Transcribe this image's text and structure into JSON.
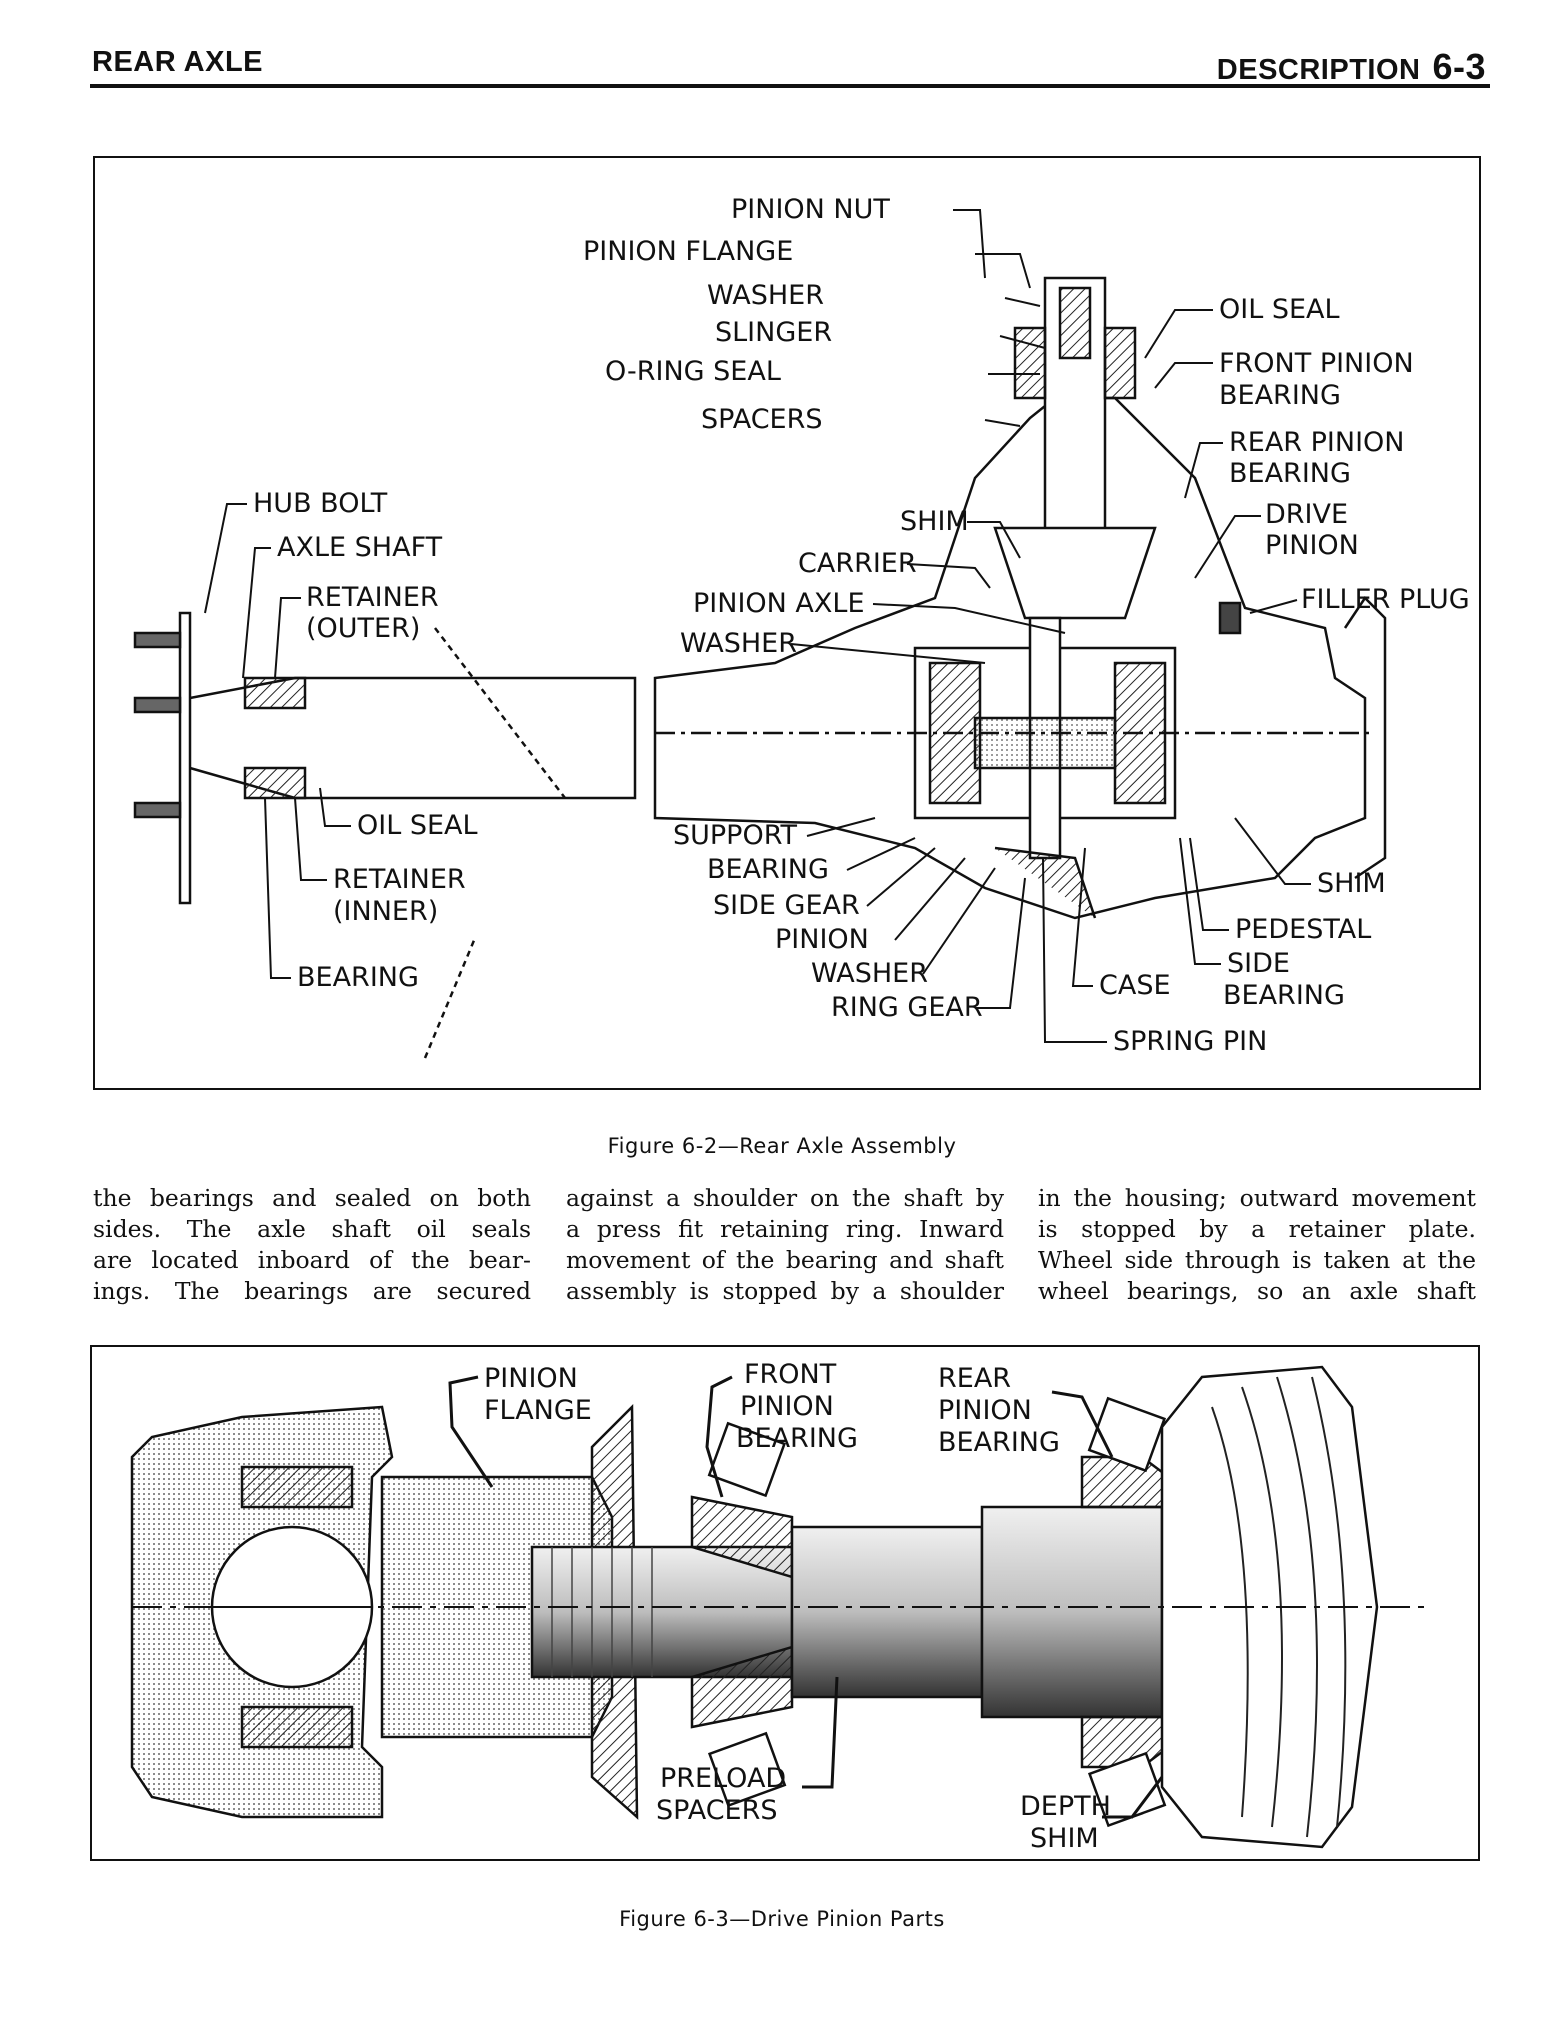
{
  "header": {
    "section": "REAR AXLE",
    "topic": "DESCRIPTION",
    "page": "6-3"
  },
  "figure1": {
    "caption": "Figure 6-2—Rear Axle Assembly",
    "labels": {
      "pinion_nut": "PINION NUT",
      "pinion_flange": "PINION FLANGE",
      "washer_top": "WASHER",
      "slinger": "SLINGER",
      "o_ring_seal": "O-RING SEAL",
      "spacers": "SPACERS",
      "oil_seal_top": "OIL SEAL",
      "front_pinion_bearing_1": "FRONT PINION",
      "front_pinion_bearing_2": "BEARING",
      "rear_pinion_bearing_1": "REAR PINION",
      "rear_pinion_bearing_2": "BEARING",
      "hub_bolt": "HUB BOLT",
      "axle_shaft": "AXLE SHAFT",
      "retainer_outer_1": "RETAINER",
      "retainer_outer_2": "(OUTER)",
      "shim_top": "SHIM",
      "carrier": "CARRIER",
      "drive_pinion_1": "DRIVE",
      "drive_pinion_2": "PINION",
      "pinion_axle": "PINION AXLE",
      "filler_plug": "FILLER PLUG",
      "washer_mid": "WASHER",
      "oil_seal_left": "OIL SEAL",
      "retainer_inner_1": "RETAINER",
      "retainer_inner_2": "(INNER)",
      "bearing_left": "BEARING",
      "support": "SUPPORT",
      "bearing_mid": "BEARING",
      "side_gear": "SIDE GEAR",
      "pinion": "PINION",
      "washer_low": "WASHER",
      "ring_gear": "RING GEAR",
      "shim_right": "SHIM",
      "pedestal": "PEDESTAL",
      "side_bearing_1": "SIDE",
      "side_bearing_2": "BEARING",
      "case": "CASE",
      "spring_pin": "SPRING PIN"
    }
  },
  "body_text": {
    "col1": [
      "the bearings and sealed on both",
      "sides. The axle shaft oil seals",
      "are located inboard of the bear-",
      "ings. The bearings are secured"
    ],
    "col2": [
      "against a shoulder on the shaft by",
      "a press fit retaining ring. Inward",
      "movement of the bearing and shaft",
      "assembly is stopped by a shoulder"
    ],
    "col3": [
      "in the housing; outward movement",
      "is stopped by a retainer plate.",
      "Wheel side through is taken at the",
      "wheel bearings, so an axle shaft"
    ]
  },
  "figure2": {
    "caption": "Figure 6-3—Drive Pinion Parts",
    "labels": {
      "pinion_flange_1": "PINION",
      "pinion_flange_2": "FLANGE",
      "front_pinion_bearing_1": "FRONT",
      "front_pinion_bearing_2": "PINION",
      "front_pinion_bearing_3": "BEARING",
      "rear_pinion_bearing_1": "REAR",
      "rear_pinion_bearing_2": "PINION",
      "rear_pinion_bearing_3": "BEARING",
      "preload_spacers_1": "PRELOAD",
      "preload_spacers_2": "SPACERS",
      "depth_shim_1": "DEPTH",
      "depth_shim_2": "SHIM"
    }
  }
}
